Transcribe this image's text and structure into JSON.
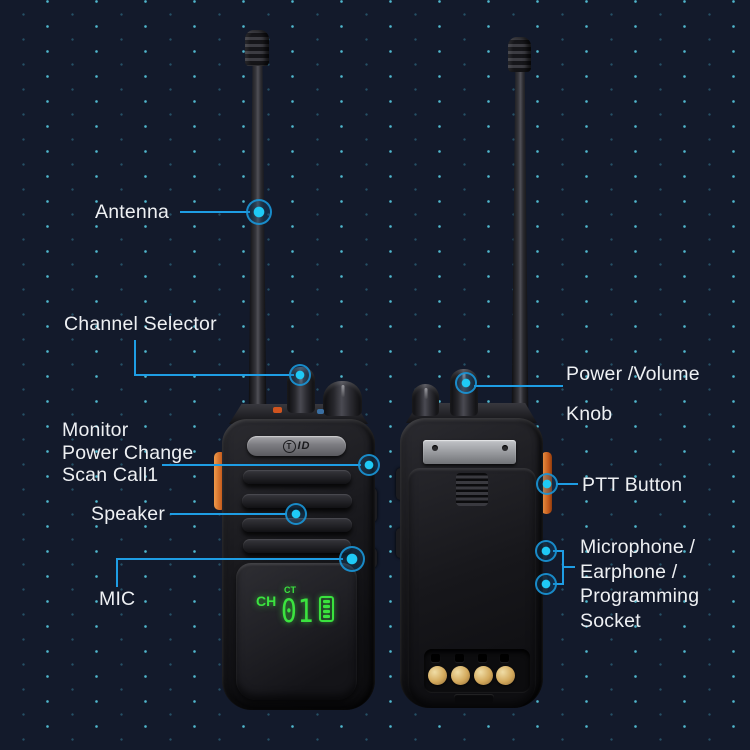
{
  "scene": {
    "background_color": "#131a2b",
    "dot_grid_color": "#3fc9de",
    "callout_line_color": "#1e9de4",
    "display_green": "#3be33f",
    "accent_orange": "#d8691f",
    "contact_gold": "#d3a95c",
    "label_text_color": "#eef0f3"
  },
  "radio_front": {
    "brand": {
      "initial": "T",
      "rest": "ID"
    },
    "display": {
      "channel_label": "CH",
      "tone_label": "CT",
      "channel_value": "01"
    }
  },
  "callouts": {
    "antenna": {
      "label": "Antenna"
    },
    "channel_selector": {
      "label": "Channel Selector"
    },
    "side_keys": {
      "lines": [
        "Monitor",
        "Power Change",
        "Scan Call1"
      ]
    },
    "speaker": {
      "label": "Speaker"
    },
    "mic": {
      "label": "MIC"
    },
    "power_volume_knob": {
      "lines": [
        "Power /Volume",
        "Knob"
      ]
    },
    "ptt_button": {
      "label": "PTT Button"
    },
    "audio_socket": {
      "lines": [
        "Microphone /",
        "Earphone /",
        "Programming",
        "Socket"
      ]
    }
  }
}
